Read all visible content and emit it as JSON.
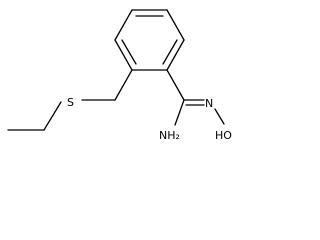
{
  "molecule": {
    "atoms": {
      "sulfur": "S",
      "oxime_nitrogen": "N",
      "hydroxyl": "HO",
      "amine": "NH₂"
    }
  }
}
